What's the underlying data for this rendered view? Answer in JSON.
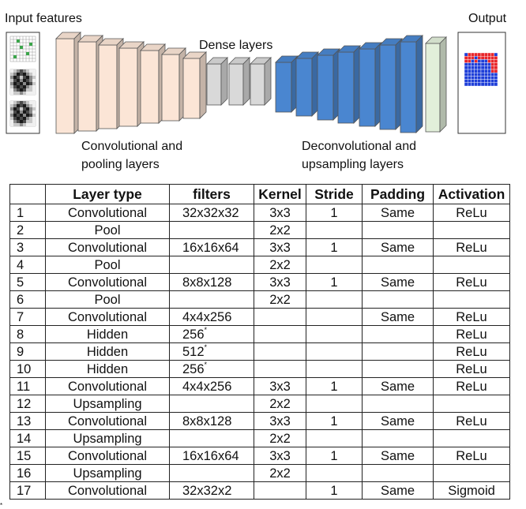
{
  "diagram": {
    "input_label": "Input features",
    "output_label": "Output",
    "dense_label": "Dense layers",
    "conv_label_line1": "Convolutional and",
    "conv_label_line2": "pooling layers",
    "deconv_label_line1": "Deconvolutional and",
    "deconv_label_line2": "upsampling layers",
    "colors": {
      "conv_block": "#fbe5d6",
      "dense_block": "#d9d9d9",
      "deconv_block": "#4a86d0",
      "final_block": "#e2efda",
      "output_red": "#e8262a",
      "output_blue": "#1f3fd8"
    }
  },
  "table": {
    "headers": [
      "",
      "Layer type",
      "filters",
      "Kernel",
      "Stride",
      "Padding",
      "Activation"
    ],
    "rows": [
      {
        "idx": "1",
        "type": "Convolutional",
        "filters": "32x32x32",
        "star": "",
        "kernel": "3x3",
        "stride": "1",
        "padding": "Same",
        "activation": "ReLu"
      },
      {
        "idx": "2",
        "type": "Pool",
        "filters": "",
        "star": "",
        "kernel": "2x2",
        "stride": "",
        "padding": "",
        "activation": ""
      },
      {
        "idx": "3",
        "type": "Convolutional",
        "filters": "16x16x64",
        "star": "",
        "kernel": "3x3",
        "stride": "1",
        "padding": "Same",
        "activation": "ReLu"
      },
      {
        "idx": "4",
        "type": "Pool",
        "filters": "",
        "star": "",
        "kernel": "2x2",
        "stride": "",
        "padding": "",
        "activation": ""
      },
      {
        "idx": "5",
        "type": "Convolutional",
        "filters": "8x8x128",
        "star": "",
        "kernel": "3x3",
        "stride": "1",
        "padding": "Same",
        "activation": "ReLu"
      },
      {
        "idx": "6",
        "type": "Pool",
        "filters": "",
        "star": "",
        "kernel": "2x2",
        "stride": "",
        "padding": "",
        "activation": ""
      },
      {
        "idx": "7",
        "type": "Convolutional",
        "filters": "4x4x256",
        "star": "",
        "kernel": "",
        "stride": "",
        "padding": "Same",
        "activation": "ReLu"
      },
      {
        "idx": "8",
        "type": "Hidden",
        "filters": "256",
        "star": "*",
        "kernel": "",
        "stride": "",
        "padding": "",
        "activation": "ReLu"
      },
      {
        "idx": "9",
        "type": "Hidden",
        "filters": "512",
        "star": "*",
        "kernel": "",
        "stride": "",
        "padding": "",
        "activation": "ReLu"
      },
      {
        "idx": "10",
        "type": "Hidden",
        "filters": "256",
        "star": "*",
        "kernel": "",
        "stride": "",
        "padding": "",
        "activation": "ReLu"
      },
      {
        "idx": "11",
        "type": "Convolutional",
        "filters": "4x4x256",
        "star": "",
        "kernel": "3x3",
        "stride": "1",
        "padding": "Same",
        "activation": "ReLu"
      },
      {
        "idx": "12",
        "type": "Upsampling",
        "filters": "",
        "star": "",
        "kernel": "2x2",
        "stride": "",
        "padding": "",
        "activation": ""
      },
      {
        "idx": "13",
        "type": "Convolutional",
        "filters": "8x8x128",
        "star": "",
        "kernel": "3x3",
        "stride": "1",
        "padding": "Same",
        "activation": "ReLu"
      },
      {
        "idx": "14",
        "type": "Upsampling",
        "filters": "",
        "star": "",
        "kernel": "2x2",
        "stride": "",
        "padding": "",
        "activation": ""
      },
      {
        "idx": "15",
        "type": "Convolutional",
        "filters": "16x16x64",
        "star": "",
        "kernel": "3x3",
        "stride": "1",
        "padding": "Same",
        "activation": "ReLu"
      },
      {
        "idx": "16",
        "type": "Upsampling",
        "filters": "",
        "star": "",
        "kernel": "2x2",
        "stride": "",
        "padding": "",
        "activation": ""
      },
      {
        "idx": "17",
        "type": "Convolutional",
        "filters": "32x32x2",
        "star": "",
        "kernel": "",
        "stride": "1",
        "padding": "Same",
        "activation": "Sigmoid"
      }
    ],
    "footnote": "*"
  }
}
